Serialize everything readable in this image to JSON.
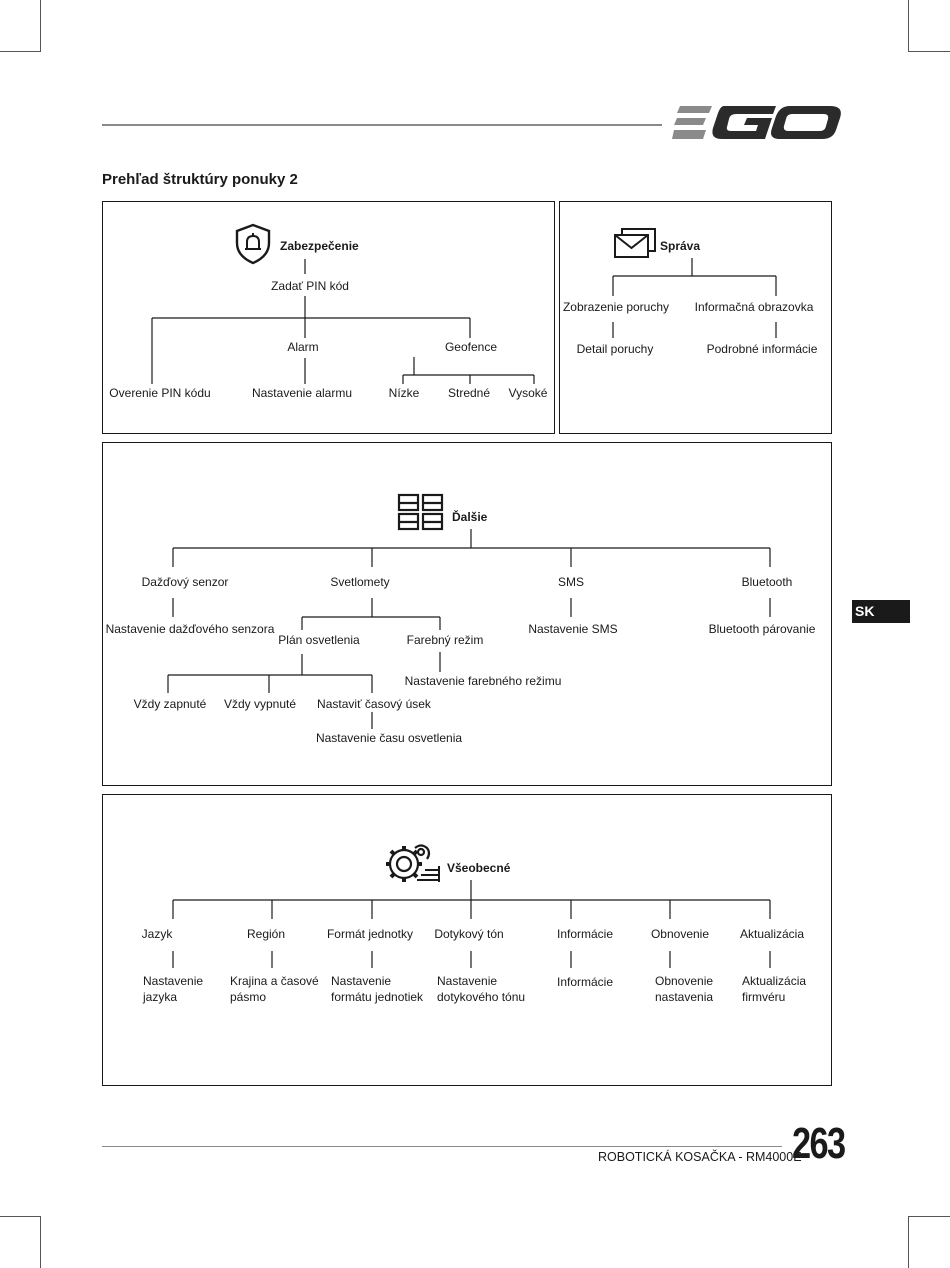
{
  "header": {
    "logo_text": "EGO",
    "title": "Prehľad štruktúry ponuky 2"
  },
  "side_tab": {
    "label": "SK"
  },
  "footer": {
    "product": "ROBOTICKÁ KOSAČKA - RM4000E",
    "page_number": "263"
  },
  "security": {
    "icon": "shield-bell-icon",
    "title": "Zabezpečenie",
    "enter_pin": "Zadať PIN kód",
    "verify_pin": "Overenie PIN kódu",
    "alarm": "Alarm",
    "alarm_setting": "Nastavenie alarmu",
    "geofence": "Geofence",
    "low": "Nízke",
    "medium": "Stredné",
    "high": "Vysoké"
  },
  "messages": {
    "icon": "envelope-icon",
    "title": "Správa",
    "fault_display": "Zobrazenie poruchy",
    "fault_detail": "Detail poruchy",
    "info_screen": "Informačná obrazovka",
    "info_detail": "Podrobné informácie"
  },
  "more": {
    "icon": "grid-icon",
    "title": "Ďalšie",
    "rain_sensor": "Dažďový senzor",
    "rain_sensor_setting": "Nastavenie dažďového senzora",
    "headlights": "Svetlomety",
    "light_plan": "Plán osvetlenia",
    "always_on": "Vždy zapnuté",
    "always_off": "Vždy vypnuté",
    "set_time_slot": "Nastaviť časový úsek",
    "light_time_setting": "Nastavenie času osvetlenia",
    "color_mode": "Farebný režim",
    "color_mode_setting": "Nastavenie farebného režimu",
    "sms": "SMS",
    "sms_setting": "Nastavenie SMS",
    "bluetooth": "Bluetooth",
    "bluetooth_pairing": "Bluetooth párovanie"
  },
  "general": {
    "icon": "gears-icon",
    "title": "Všeobecné",
    "language": "Jazyk",
    "language_setting": "Nastavenie jazyka",
    "region": "Región",
    "region_setting": "Krajina a časové pásmo",
    "unit_format": "Formát jednotky",
    "unit_format_setting": "Nastavenie formátu jednotiek",
    "touch_tone": "Dotykový tón",
    "touch_tone_setting": "Nastavenie dotykového tónu",
    "info": "Informácie",
    "info_sub": "Informácie",
    "reset": "Obnovenie",
    "reset_setting": "Obnovenie nastavenia",
    "update": "Aktualizácia",
    "update_firmware": "Aktualizácia firmvéru"
  },
  "colors": {
    "ink": "#1a1a1a",
    "logo_gray": "#8a8a8a",
    "logo_dark": "#2b2b2b"
  }
}
